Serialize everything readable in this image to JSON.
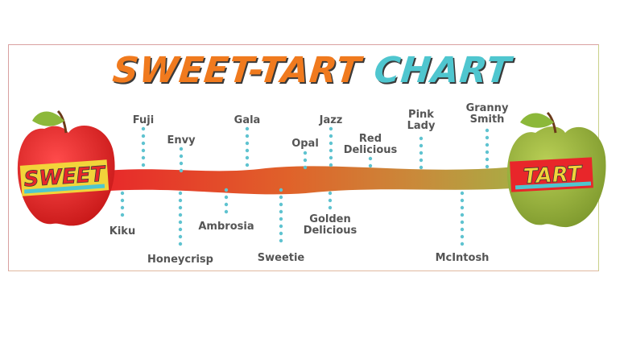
{
  "title": {
    "part1": "SWEET-TART",
    "part2": "CHART"
  },
  "ends": {
    "sweet": "SWEET",
    "tart": "TART"
  },
  "varieties": [
    {
      "name": "Fuji"
    },
    {
      "name": "Envy"
    },
    {
      "name": "Gala"
    },
    {
      "name": "Opal"
    },
    {
      "name": "Jazz"
    },
    {
      "name": "Red\nDelicious"
    },
    {
      "name": "Pink\nLady"
    },
    {
      "name": "Granny\nSmith"
    },
    {
      "name": "Kiku"
    },
    {
      "name": "Honeycrisp"
    },
    {
      "name": "Ambrosia"
    },
    {
      "name": "Sweetie"
    },
    {
      "name": "Golden\nDelicious"
    },
    {
      "name": "McIntosh"
    }
  ],
  "colors": {
    "sweet_red": "#e02424",
    "tart_green": "#9bb83a",
    "dots": "#5fc3d0",
    "title_orange": "#f07a1e",
    "title_teal": "#4fc6cf",
    "banner_yellow": "#f2d43a"
  }
}
